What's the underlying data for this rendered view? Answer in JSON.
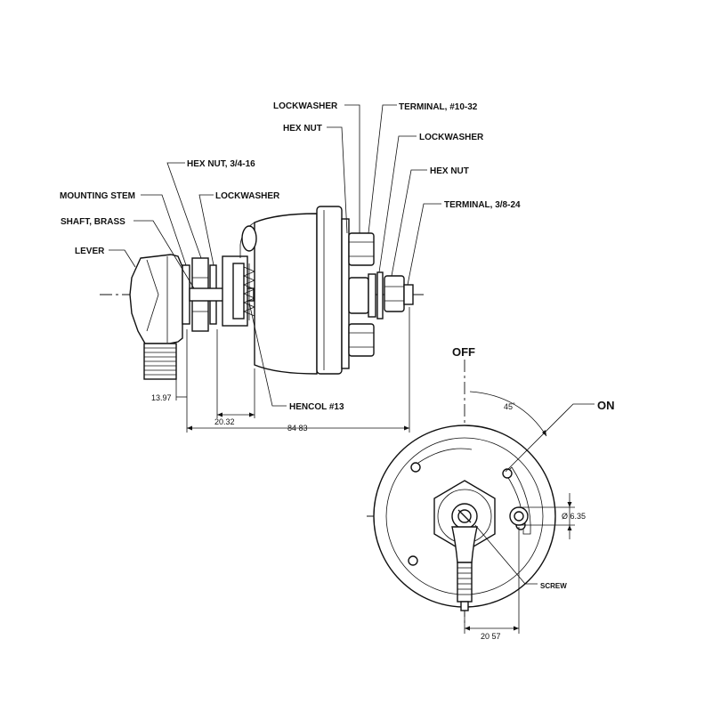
{
  "labels": {
    "lockwasher_1": "LOCKWASHER",
    "terminal_10_32": "TERMINAL, #10-32",
    "hex_nut_1": "HEX NUT",
    "lockwasher_2": "LOCKWASHER",
    "hex_nut_3_4": "HEX NUT, 3/4-16",
    "hex_nut_2": "HEX NUT",
    "mounting_stem": "MOUNTING STEM",
    "lockwasher_3": "LOCKWASHER",
    "terminal_3_8": "TERMINAL, 3/8-24",
    "shaft_brass": "SHAFT, BRASS",
    "lever": "LEVER",
    "hencol": "HENCOL #13",
    "off": "OFF",
    "on": "ON",
    "screw": "SCREW"
  },
  "dimensions": {
    "d_13_97": "13.97",
    "d_20_32": "20.32",
    "d_84_83": "84 83",
    "angle": "45˚",
    "hole_dia": "Ø 6.35",
    "d_20_57": "20 57"
  }
}
